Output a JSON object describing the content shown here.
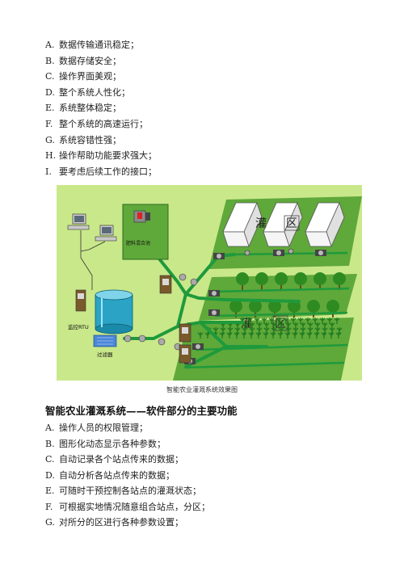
{
  "list_top": [
    {
      "marker": "A.",
      "text": "数据传输通讯稳定；"
    },
    {
      "marker": "B.",
      "text": "数据存储安全；"
    },
    {
      "marker": "C.",
      "text": "操作界面美观；"
    },
    {
      "marker": "D.",
      "text": "整个系统人性化；"
    },
    {
      "marker": "E.",
      "text": "系统整体稳定；"
    },
    {
      "marker": "F.",
      "text": "整个系统的高速运行；"
    },
    {
      "marker": "G.",
      "text": "系统容错性强；"
    },
    {
      "marker": "H.",
      "text": "操作帮助功能要求强大；"
    },
    {
      "marker": "I.",
      "text": "要考虑后续工作的接口；"
    }
  ],
  "figure": {
    "labels": {
      "fertilizer_tank": "肥料混合池",
      "rtu": "监控RTU",
      "filter": "过滤器",
      "zone_char_1": "灌",
      "zone_char_2": "区"
    },
    "colors": {
      "background": "#c9e88a",
      "field": "#5fa83a",
      "pipe": "#1e9a3c",
      "tree": "#2e8b22",
      "greenhouse": "#ffffff"
    }
  },
  "caption": "智能农业灌溉系统效果图",
  "section_title": "智能农业灌溉系统——软件部分的主要功能",
  "list_bottom": [
    {
      "marker": "A.",
      "text": "操作人员的权限管理；"
    },
    {
      "marker": "B.",
      "text": "图形化动态显示各种参数；"
    },
    {
      "marker": "C.",
      "text": "自动记录各个站点传来的数据；"
    },
    {
      "marker": "D.",
      "text": "自动分析各站点传来的数据；"
    },
    {
      "marker": "E.",
      "text": "可随时干预控制各站点的灌溉状态；"
    },
    {
      "marker": "F.",
      "text": "可根据实地情况随意组合站点，分区；"
    },
    {
      "marker": "G.",
      "text": "对所分的区进行各种参数设置；"
    }
  ]
}
